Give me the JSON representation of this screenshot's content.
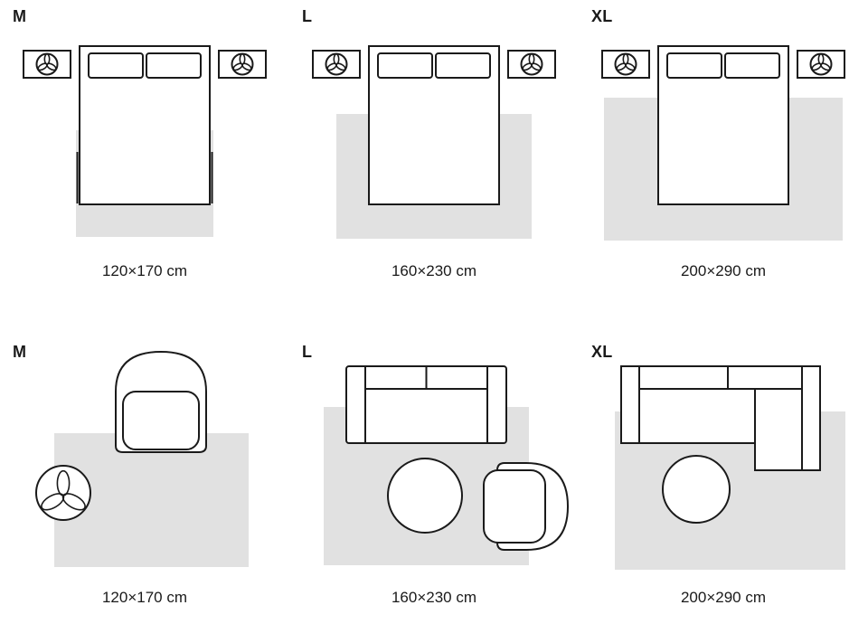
{
  "colors": {
    "background": "#ffffff",
    "outline": "#1a1a1a",
    "rug_fill": "#e1e1e1",
    "text": "#1a1a1a"
  },
  "icons": {
    "plant": "three-petal-plant-glyph"
  },
  "rows": [
    {
      "id": "bedroom",
      "panels": [
        {
          "size_label": "M",
          "dimension": "120×170 cm"
        },
        {
          "size_label": "L",
          "dimension": "160×230 cm"
        },
        {
          "size_label": "XL",
          "dimension": "200×290 cm"
        }
      ]
    },
    {
      "id": "living-room",
      "panels": [
        {
          "size_label": "M",
          "dimension": "120×170 cm"
        },
        {
          "size_label": "L",
          "dimension": "160×230 cm"
        },
        {
          "size_label": "XL",
          "dimension": "200×290 cm"
        }
      ]
    }
  ]
}
